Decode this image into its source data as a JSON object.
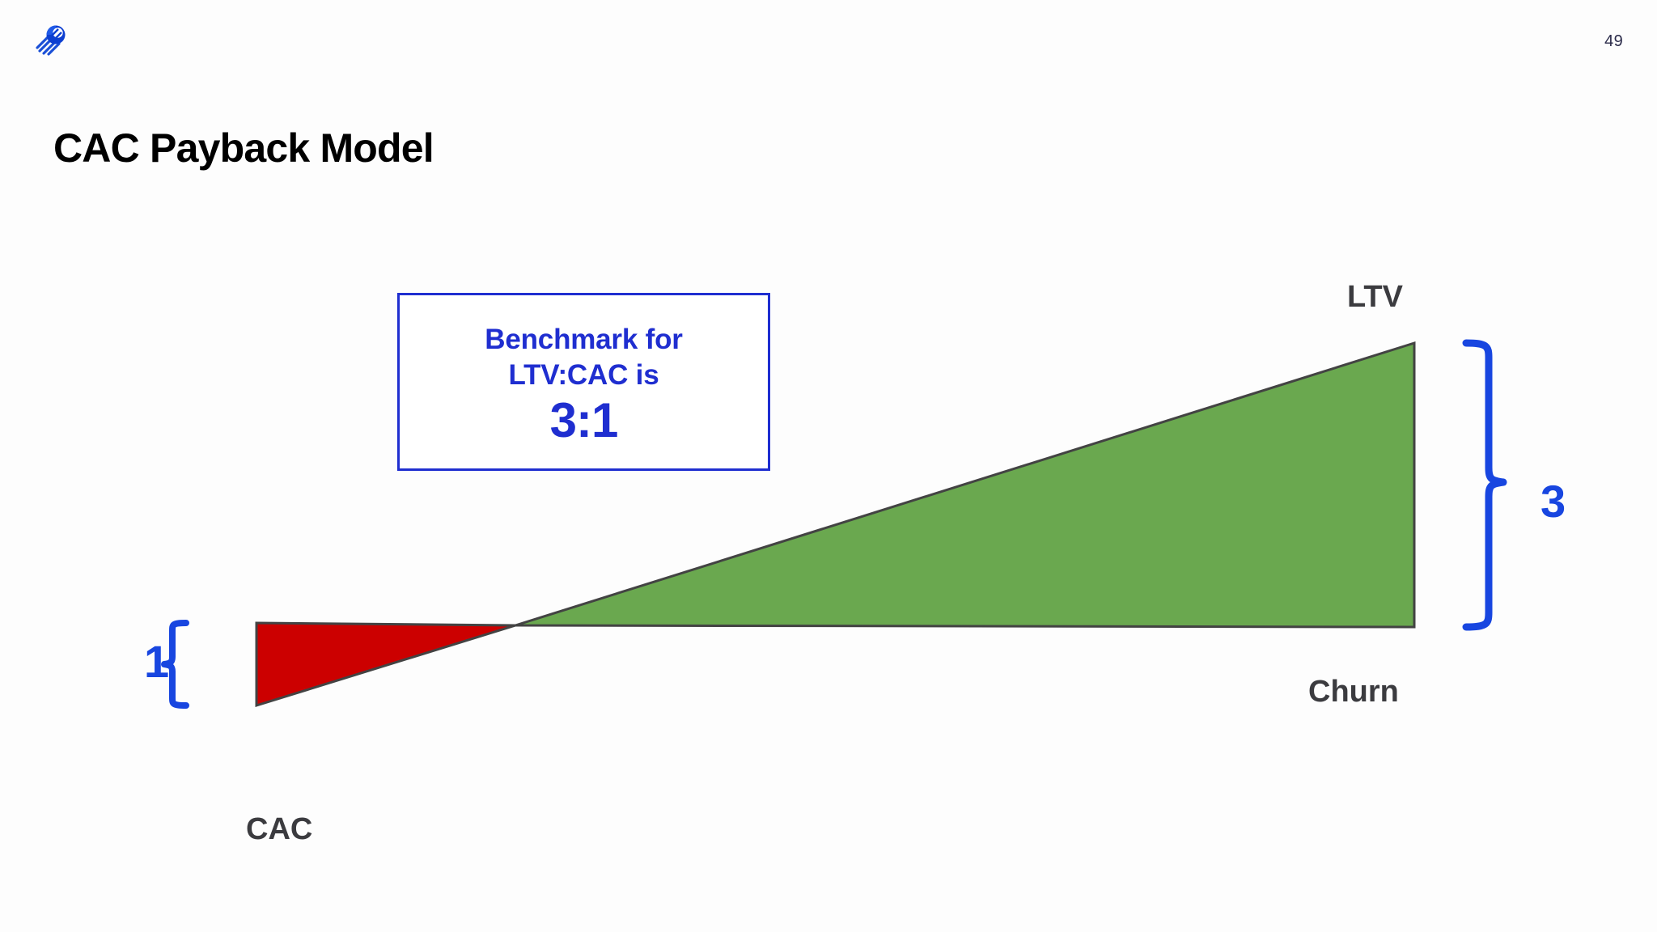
{
  "slide": {
    "title": "CAC Payback Model",
    "page_number": "49",
    "logo_icon": "comet-logo-icon",
    "background_color": "#fdfdfd"
  },
  "callout": {
    "line_1": "Benchmark for",
    "line_2": "LTV:CAC is",
    "ratio": "3:1",
    "border_color": "#1f2ed0",
    "text_color": "#1f2ed0"
  },
  "labels": {
    "cac": "CAC",
    "ltv": "LTV",
    "churn": "Churn"
  },
  "braces": {
    "cac_value": "1",
    "ltv_value": "3",
    "color": "#1846e0"
  },
  "colors": {
    "cac_wedge": "#cc0000",
    "ltv_wedge": "#6aa84f",
    "wedge_outline": "#434343",
    "label_text": "#3b3b3f",
    "title_text": "#000000",
    "page_number_text": "#2b2b4a"
  },
  "chart_data": {
    "type": "area",
    "title": "CAC Payback Model",
    "xlabel": "",
    "ylabel": "",
    "description": "Two opposing wedges meeting at a crossover point: a red CAC wedge on the left that shrinks to zero, and a green LTV wedge on the right that grows. Braces annotate the relative magnitudes 1 (CAC) and 3 (LTV).",
    "series": [
      {
        "name": "CAC",
        "color": "#cc0000",
        "label": "CAC",
        "magnitude": 1,
        "brace_label": "1",
        "points": [
          [
            0,
            0
          ],
          [
            0,
            -1
          ],
          [
            1,
            0
          ]
        ]
      },
      {
        "name": "LTV",
        "color": "#6aa84f",
        "label": "LTV",
        "magnitude": 3,
        "brace_label": "3",
        "points": [
          [
            1,
            0
          ],
          [
            3.47,
            0
          ],
          [
            3.47,
            3
          ]
        ]
      }
    ],
    "annotations": [
      "Benchmark for LTV:CAC is 3:1",
      "Churn"
    ],
    "ratio": "3:1",
    "grid": false,
    "legend": "none"
  }
}
